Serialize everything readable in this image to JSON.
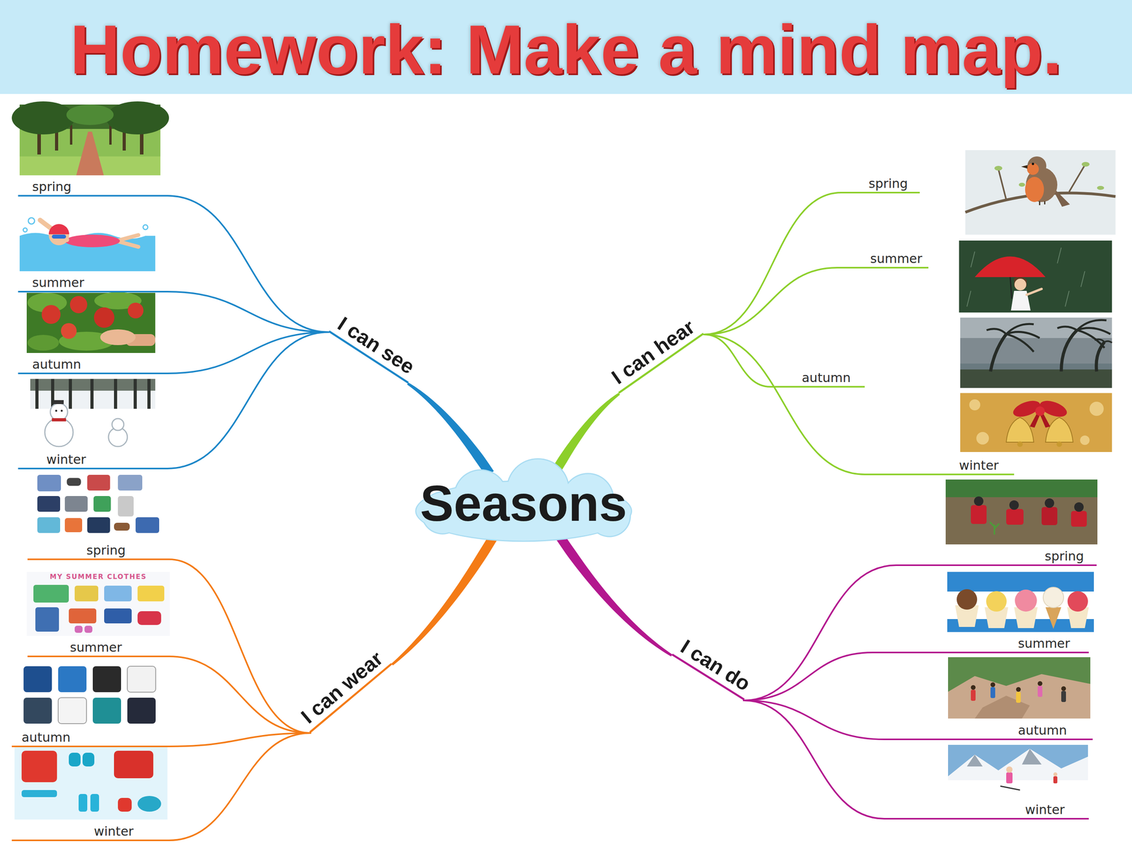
{
  "diagram": {
    "title": "Homework: Make a mind map.",
    "nodes": [
      {
        "text": [
          "Seasons"
        ]
      },
      {
        "text": [
          "I can see"
        ]
      },
      {
        "text": [
          "spring"
        ]
      },
      {
        "text": [
          "summer"
        ]
      },
      {
        "text": [
          "autumn"
        ]
      },
      {
        "text": [
          "winter"
        ]
      },
      {
        "text": [
          "I can hear"
        ]
      },
      {
        "text": [
          "spring"
        ]
      },
      {
        "text": [
          "summer"
        ]
      },
      {
        "text": [
          "autumn"
        ]
      },
      {
        "text": [
          "winter"
        ]
      },
      {
        "text": [
          "I can wear"
        ]
      },
      {
        "text": [
          "spring"
        ]
      },
      {
        "text": [
          "summer"
        ]
      },
      {
        "text": [
          "autumn"
        ]
      },
      {
        "text": [
          "winter"
        ]
      },
      {
        "text": [
          "I can do"
        ]
      },
      {
        "text": [
          "spring"
        ]
      },
      {
        "text": [
          "summer"
        ]
      },
      {
        "text": [
          "autumn"
        ]
      },
      {
        "text": [
          "winter"
        ]
      }
    ],
    "edges": [
      {
        "from": 0,
        "to": 1,
        "arrow": "none"
      },
      {
        "from": 1,
        "to": 2,
        "arrow": "none"
      },
      {
        "from": 1,
        "to": 3,
        "arrow": "none"
      },
      {
        "from": 1,
        "to": 4,
        "arrow": "none"
      },
      {
        "from": 1,
        "to": 5,
        "arrow": "none"
      },
      {
        "from": 0,
        "to": 6,
        "arrow": "none"
      },
      {
        "from": 6,
        "to": 7,
        "arrow": "none"
      },
      {
        "from": 6,
        "to": 8,
        "arrow": "none"
      },
      {
        "from": 6,
        "to": 9,
        "arrow": "none"
      },
      {
        "from": 6,
        "to": 10,
        "arrow": "none"
      },
      {
        "from": 0,
        "to": 11,
        "arrow": "none"
      },
      {
        "from": 11,
        "to": 12,
        "arrow": "none"
      },
      {
        "from": 11,
        "to": 13,
        "arrow": "none"
      },
      {
        "from": 11,
        "to": 14,
        "arrow": "none"
      },
      {
        "from": 11,
        "to": 15,
        "arrow": "none"
      },
      {
        "from": 0,
        "to": 16,
        "arrow": "none"
      },
      {
        "from": 16,
        "to": 17,
        "arrow": "none"
      },
      {
        "from": 16,
        "to": 18,
        "arrow": "none"
      },
      {
        "from": 16,
        "to": 19,
        "arrow": "none"
      },
      {
        "from": 16,
        "to": 20,
        "arrow": "none"
      }
    ],
    "labels": [
      "MY SUMMER CLOTHES"
    ]
  }
}
